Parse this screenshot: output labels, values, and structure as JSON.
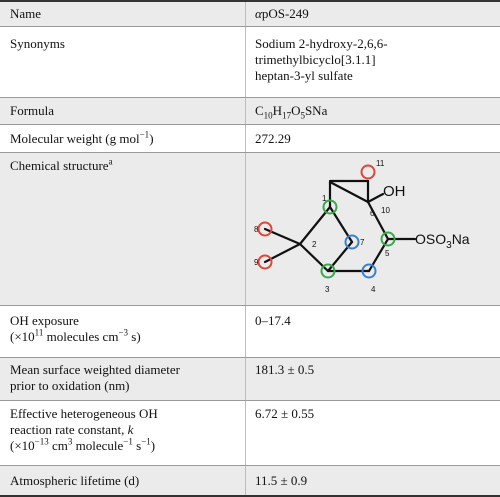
{
  "table": {
    "rows": [
      {
        "label": "Name",
        "value_prefix_greek": "α",
        "value": "pOS-249"
      },
      {
        "label": "Synonyms",
        "value_lines": [
          "Sodium 2-hydroxy-2,6,6-",
          "trimethylbicyclo[3.1.1]",
          "heptan-3-yl sulfate"
        ]
      },
      {
        "label": "Formula",
        "formula": {
          "C": "C",
          "c_sub": "10",
          "H": "H",
          "h_sub": "17",
          "O": "O",
          "o_sub": "5",
          "rest": "SNa"
        }
      },
      {
        "label_main": "Molecular weight (g mol",
        "label_exp": "−1",
        "label_close": ")",
        "value": "272.29"
      },
      {
        "label_main": "Chemical structure",
        "label_sup": "a"
      },
      {
        "label_line1": "OH exposure",
        "label_line2_a": "(×10",
        "label_line2_exp1": "11",
        "label_line2_b": " molecules cm",
        "label_line2_exp2": "−3",
        "label_line2_c": " s)",
        "value": "0–17.4"
      },
      {
        "label_lines": [
          "Mean surface weighted diameter",
          "prior to oxidation (nm)"
        ],
        "value": "181.3 ± 0.5"
      },
      {
        "label_line1": "Effective heterogeneous OH",
        "label_line2": "reaction rate constant, ",
        "label_line2_k": "k",
        "label_line3_a": "(×10",
        "label_line3_exp1": "−13",
        "label_line3_b": " cm",
        "label_line3_exp2": "3",
        "label_line3_c": " molecule",
        "label_line3_exp3": "−1",
        "label_line3_d": " s",
        "label_line3_exp4": "−1",
        "label_line3_e": ")",
        "value": "6.72 ± 0.55"
      },
      {
        "label": "Atmospheric lifetime (d)",
        "value": "11.5 ± 0.9"
      }
    ]
  },
  "structure": {
    "atom_numbers": [
      "1",
      "2",
      "3",
      "4",
      "5",
      "6",
      "7",
      "8",
      "9",
      "10",
      "11"
    ],
    "oh": "OH",
    "sulfate": {
      "a": "OSO",
      "sub": "3",
      "b": "Na"
    },
    "colors": {
      "red": "#e0443a",
      "green": "#3aa84a",
      "blue": "#3b7fd0",
      "bond": "#111111"
    }
  }
}
